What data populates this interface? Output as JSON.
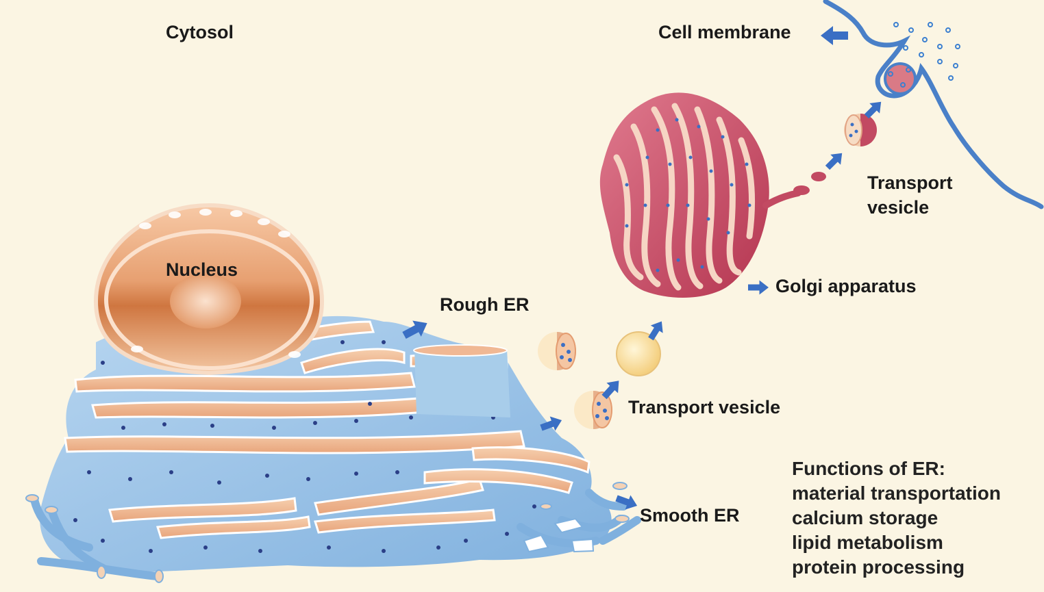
{
  "labels": {
    "cytosol": "Cytosol",
    "cell_membrane": "Cell membrane",
    "nucleus": "Nucleus",
    "rough_er": "Rough ER",
    "golgi": "Golgi apparatus",
    "transport_vesicle_top_line1": "Transport",
    "transport_vesicle_top_line2": "vesicle",
    "transport_vesicle_middle": "Transport vesicle",
    "smooth_er": "Smooth ER"
  },
  "functions": {
    "title": "Functions of ER:",
    "items": [
      "material transportation",
      "calcium storage",
      "lipid metabolism",
      "protein processing"
    ]
  },
  "colors": {
    "background": "#fbf5e3",
    "arrow": "#3a6fc4",
    "membrane": "#4a80c8",
    "er_blue": "#9cc4e8",
    "er_cisterna": "#f0b894",
    "golgi": "#c24a62",
    "nucleus": "#e69a68"
  }
}
